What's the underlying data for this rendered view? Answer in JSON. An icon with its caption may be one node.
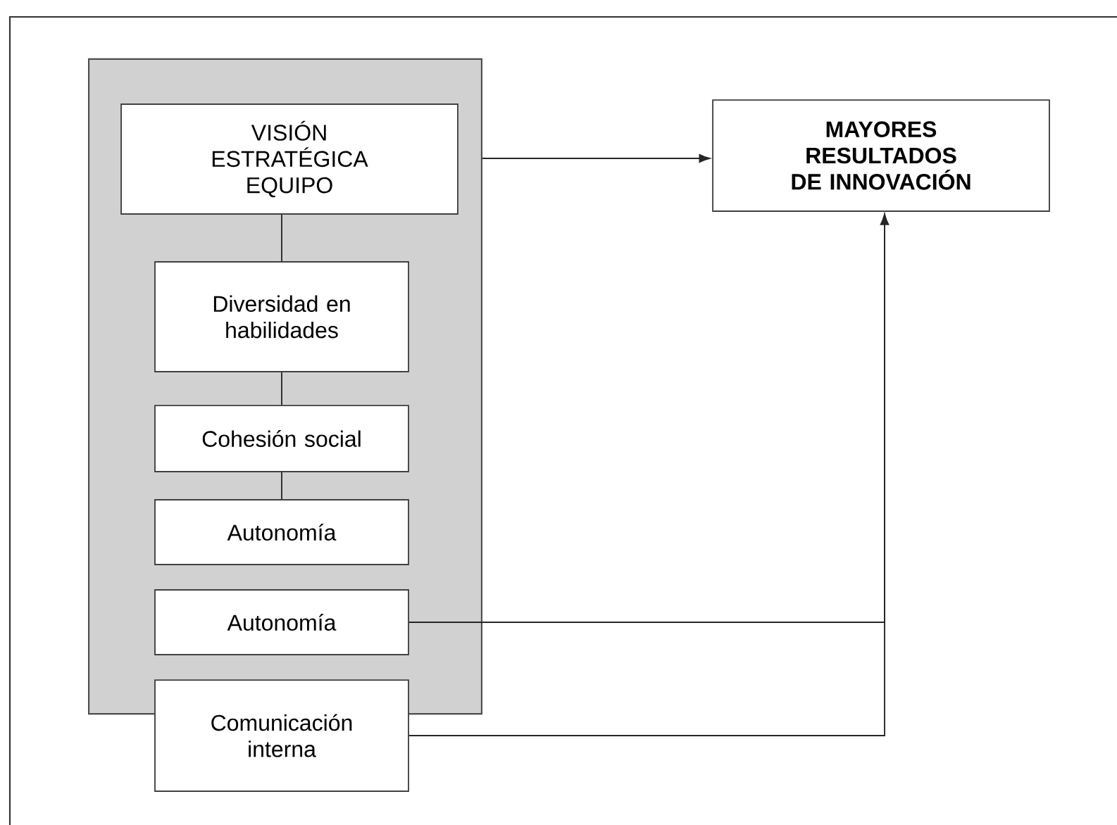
{
  "diagram": {
    "nodes": [
      {
        "text": [],
        "shape": "box"
      },
      {
        "text": [
          "VISIÓN ESTRATÉGICA EQUIPO"
        ],
        "in": 0
      },
      {
        "text": [
          "Diversidad en habilidades"
        ],
        "in": 0
      },
      {
        "text": [
          "Cohesión social"
        ],
        "in": 0
      },
      {
        "text": [
          "Autonomía"
        ],
        "in": 0
      },
      {
        "text": [
          "Autonomía"
        ],
        "in": 0
      },
      {
        "text": [
          "Comunicación interna"
        ]
      },
      {
        "text": [
          "MAYORES RESULTADOS DE INNOVACIÓN"
        ]
      }
    ],
    "edges": [
      {
        "from": 0,
        "to": 7,
        "arrow": "to"
      },
      {
        "from": 1,
        "to": 2,
        "arrow": "none"
      },
      {
        "from": 2,
        "to": 3,
        "arrow": "none"
      },
      {
        "from": 3,
        "to": 4,
        "arrow": "none"
      },
      {
        "from": 5,
        "to": 7,
        "arrow": "to"
      },
      {
        "from": 6,
        "to": 7,
        "arrow": "to"
      }
    ]
  }
}
